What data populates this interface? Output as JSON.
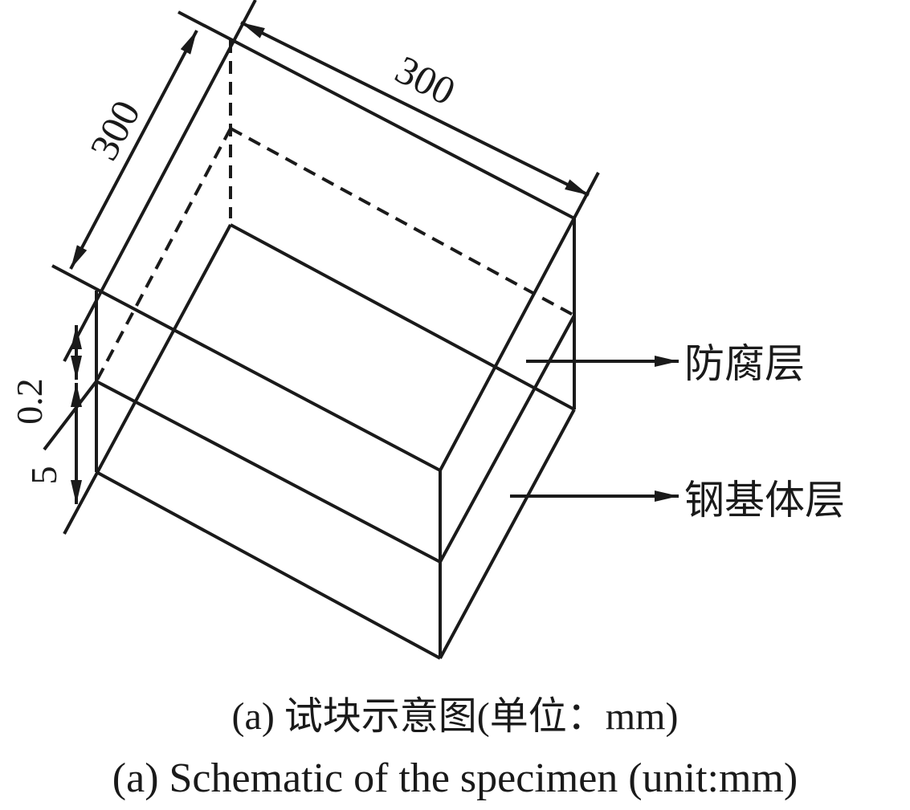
{
  "dimensions": {
    "length": "300",
    "width": "300",
    "coating_thickness": "0.2",
    "substrate_thickness": "5"
  },
  "labels": {
    "coating_layer": "防腐层",
    "steel_substrate_layer": "钢基体层"
  },
  "captions": {
    "chinese": "(a)  试块示意图(单位：mm)",
    "english": "(a)  Schematic of the specimen (unit:mm)"
  },
  "colors": {
    "line": "#1a1a1a"
  }
}
